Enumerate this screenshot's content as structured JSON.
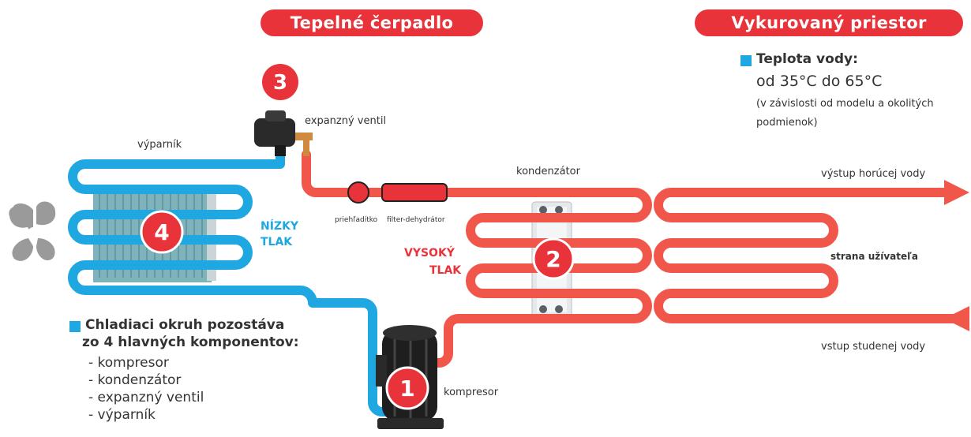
{
  "headers": {
    "heat_pump": "Tepelné čerpadlo",
    "heated_space": "Vykurovaný priestor"
  },
  "water_temp": {
    "title": "Teplota vody:",
    "range": "od 35°C do 65°C",
    "note_line1": "(v závislosti od modelu a okolitých",
    "note_line2": "podmienok)"
  },
  "labels": {
    "evaporator": "výparník",
    "expansion_valve": "expanzný ventil",
    "condenser": "kondenzátor",
    "sight_glass": "priehľadítko",
    "filter_dryer": "filter-dehydrátor",
    "hot_water_out": "výstup horúcej vody",
    "cold_water_in": "vstup studenej vody",
    "user_side": "strana užívateľa",
    "compressor": "kompresor",
    "low_pressure_1": "NÍZKY",
    "low_pressure_2": "TLAK",
    "high_pressure_1": "VYSOKÝ",
    "high_pressure_2": "TLAK"
  },
  "components_box": {
    "title_line1": "Chladiaci okruh pozostáva",
    "title_line2": "zo 4 hlavných komponentov:",
    "items": [
      "- kompresor",
      "- kondenzátor",
      "- expanzný ventil",
      "- výparník"
    ]
  },
  "badges": [
    "1",
    "2",
    "3",
    "4"
  ],
  "colors": {
    "accent_red": "#e8333a",
    "pipe_red": "#f0574a",
    "pipe_blue": "#1ea7e0",
    "fan_gray": "#9a9a9a"
  },
  "icons": [
    "fan-icon",
    "compressor-icon",
    "expansion-valve-icon",
    "condenser-plate-icon",
    "evaporator-coil-icon",
    "sight-glass-icon",
    "filter-dryer-icon"
  ]
}
